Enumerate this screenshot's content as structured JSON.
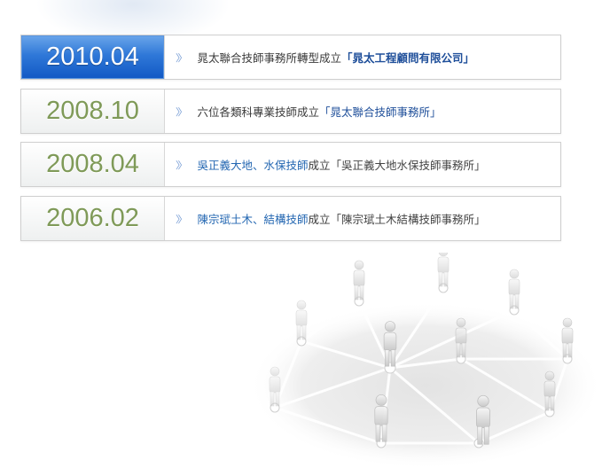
{
  "timeline": [
    {
      "date": "2010.04",
      "text": "晁太聯合技師事務所轉型成立",
      "highlight": "「晁太工程顧問有限公司」",
      "active": true
    },
    {
      "date": "2008.10",
      "text": "六位各類科專業技師成立",
      "highlight": "「晁太聯合技師事務所」",
      "active": false
    },
    {
      "date": "2008.04",
      "text_blue": "吳正義大地、水保技師",
      "text": "成立",
      "highlight": "「吳正義大地水保技師事務所」",
      "active": false
    },
    {
      "date": "2006.02",
      "text_blue": "陳宗珷土木、結構技師",
      "text": "成立",
      "highlight": "「陳宗珷土木結構技師事務所」",
      "active": false
    }
  ],
  "icons": {
    "bullet": "double-chevron-right-icon",
    "illustration": "people-network-icon"
  },
  "colors": {
    "active_blue": "#1a63cc",
    "date_green": "#7f9a58",
    "link_blue": "#1f4f9a"
  }
}
